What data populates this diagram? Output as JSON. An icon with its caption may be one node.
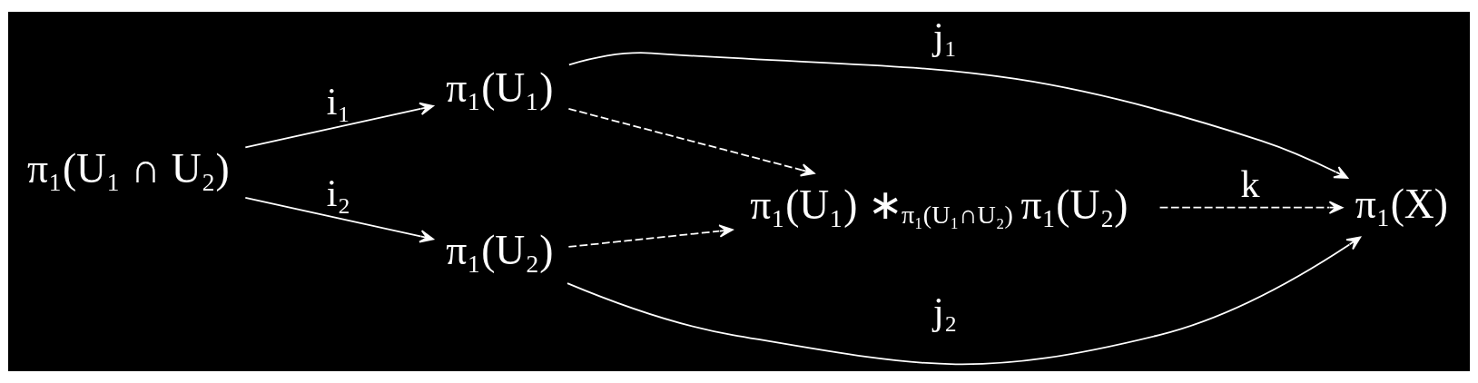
{
  "diagram": {
    "nodes": [
      {
        "text": [
          "π₁(U₁ ∩ U₂)"
        ]
      },
      {
        "text": [
          "π₁(U₁)"
        ]
      },
      {
        "text": [
          "π₁(U₂)"
        ]
      },
      {
        "text": [
          "π₁(U₁) ∗$_{π₁(U₁∩U₂)}$ π₁(U₂)"
        ]
      },
      {
        "text": [
          "π₁(X)"
        ]
      }
    ],
    "edges": [
      {
        "from": 0,
        "to": 1,
        "arrow": "to",
        "label": "i₁"
      },
      {
        "from": 0,
        "to": 2,
        "arrow": "to",
        "label": "i₂"
      },
      {
        "from": 1,
        "to": 4,
        "arrow": "to",
        "label": "j₁"
      },
      {
        "from": 2,
        "to": 4,
        "arrow": "to",
        "label": "j₂"
      },
      {
        "from": 1,
        "to": 3,
        "arrow": "to",
        "style": "dashed"
      },
      {
        "from": 2,
        "to": 3,
        "arrow": "to",
        "style": "dashed"
      },
      {
        "from": 3,
        "to": 4,
        "arrow": "to",
        "style": "dashed",
        "label": "k"
      }
    ]
  }
}
